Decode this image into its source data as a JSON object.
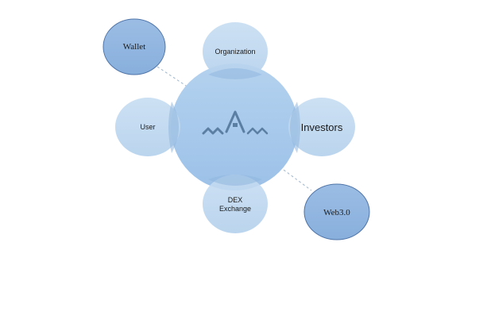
{
  "diagram": {
    "center_icon": "mountain-logo-icon",
    "nodes": {
      "organization": "Organization",
      "user": "User",
      "investors": "Investors",
      "dex_line1": "DEX",
      "dex_line2": "Exchange",
      "wallet": "Wallet",
      "web3": "Web3.0"
    },
    "colors": {
      "light_fill": "#b9d4ee",
      "center_fill": "#a4c6ea",
      "dark_fill": "#8fb3df",
      "outline": "#4f74a8",
      "logo": "#5b7fa3",
      "connector": "#9fb6cc"
    }
  }
}
